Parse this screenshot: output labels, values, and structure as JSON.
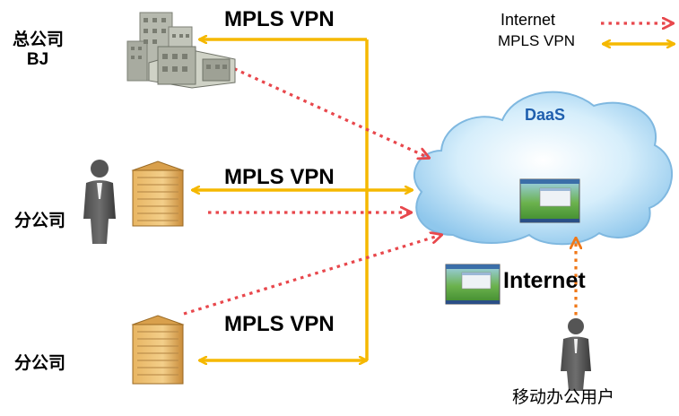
{
  "sites": {
    "hq_label_line1": "总公司",
    "hq_label_line2": "BJ",
    "branch1_label": "分公司",
    "branch2_label": "分公司"
  },
  "links": {
    "mpls_top": "MPLS VPN",
    "mpls_middle": "MPLS VPN",
    "mpls_bottom": "MPLS VPN",
    "internet": "Internet"
  },
  "cloud": {
    "label": "DaaS"
  },
  "mobile_user": {
    "label": "移动办公用户"
  },
  "legend": {
    "internet_label": "Internet",
    "mpls_label": "MPLS VPN"
  },
  "colors": {
    "mpls_arrow": "#f5b800",
    "internet_arrow": "#e8474c",
    "mobile_internet_arrow": "#f07818",
    "cloud_fill": "#bfe3f7",
    "cloud_label": "#1f5fae"
  },
  "icons": [
    "office-buildings-icon",
    "building-icon",
    "person-icon",
    "cloud-icon",
    "desktop-screenshot-icon"
  ]
}
